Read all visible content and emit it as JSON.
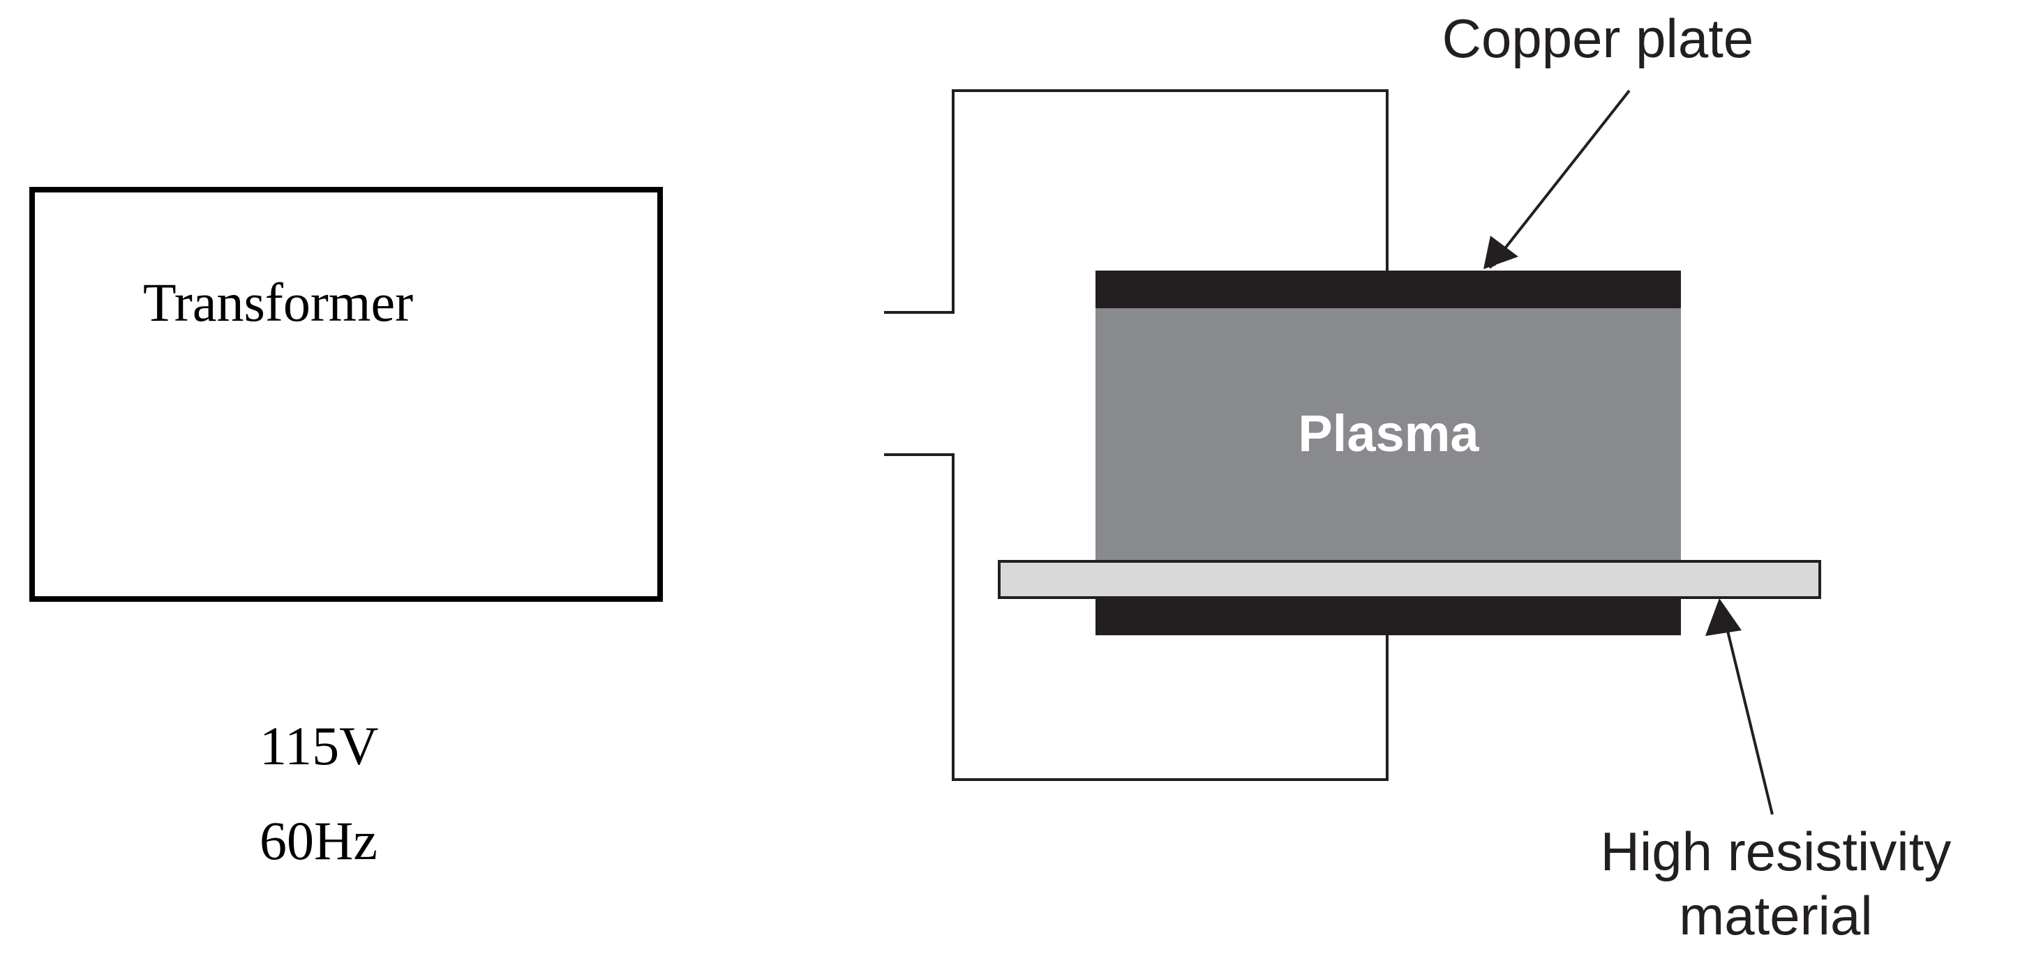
{
  "transformer": {
    "label": "Transformer",
    "voltage": "115V",
    "frequency": "60Hz"
  },
  "plasma": {
    "label": "Plasma"
  },
  "callouts": {
    "copper_plate": "Copper plate",
    "resistive_line1": "High resistivity",
    "resistive_line2": "material"
  },
  "colors": {
    "plate": "#231f20",
    "plasma": "#898a8e",
    "resistive_material": "#d9d9d9",
    "wire": "#231f20"
  }
}
